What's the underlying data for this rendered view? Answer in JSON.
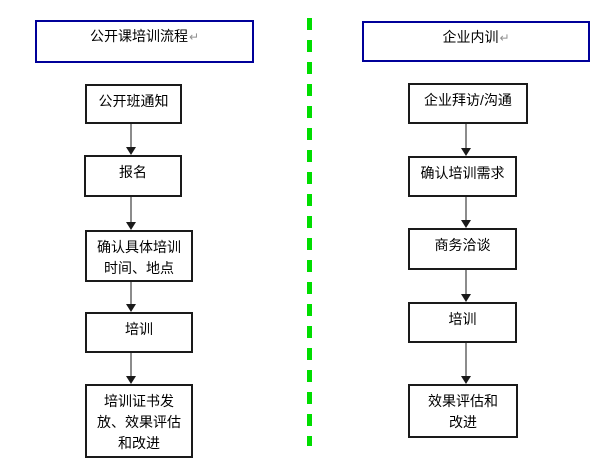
{
  "canvas": {
    "background": "#ffffff"
  },
  "colors": {
    "divider_green": "#00dd00",
    "header_border_navy": "#000099",
    "box_border": "#1a1a1a",
    "arrow_shaft_gray": "#8c8c8c",
    "arrow_head": "#1a1a1a"
  },
  "left_flow": {
    "header": "公开课培训流程",
    "paragraph_mark": "↵",
    "steps": [
      "公开班通知",
      "报名",
      "确认具体培训\n时间、地点",
      "培训",
      "培训证书发\n放、效果评估\n和改进"
    ]
  },
  "right_flow": {
    "header": "企业内训",
    "paragraph_mark": "↵",
    "steps": [
      "企业拜访/沟通",
      "确认培训需求",
      "商务洽谈",
      "培训",
      "效果评估和\n改进"
    ]
  }
}
